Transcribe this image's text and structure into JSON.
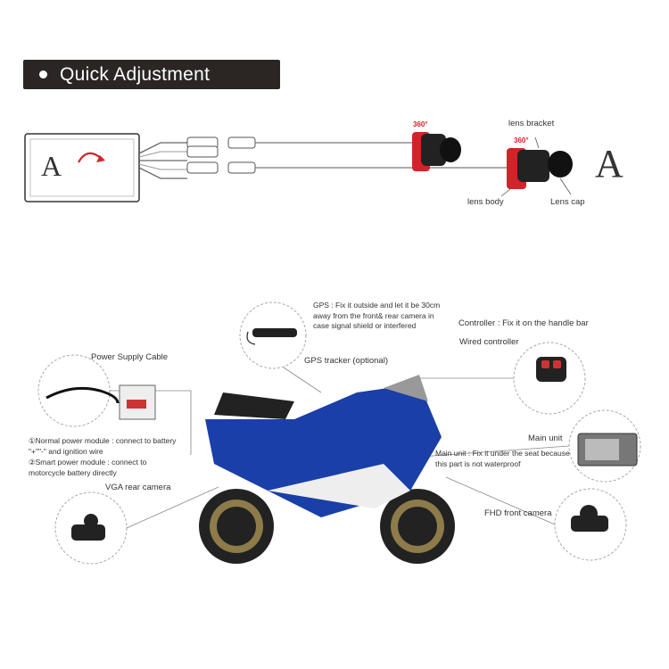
{
  "header": {
    "title": "Quick Adjustment"
  },
  "adjust": {
    "monitor_glyph": "A",
    "rotate_deg_left": "360°",
    "rotate_deg_right": "360°",
    "lens_bracket": "lens bracket",
    "lens_body": "lens body",
    "lens_cap": "Lens cap",
    "big_glyph": "A"
  },
  "install": {
    "gps_note": "GPS : Fix it outside and let it be 30cm away from the front& rear camera in case signal shield or interfered",
    "gps_tracker": "GPS tracker (optional)",
    "controller_note": "Controller : Fix it on the handle bar",
    "wired_controller": "Wired controller",
    "power_cable": "Power Supply Cable",
    "power_note_1": "①Normal power module : connect to battery \"+\"\"-\" and ignition wire",
    "power_note_2": "②Smart power module : connect to motorcycle battery directly",
    "vga_rear": "VGA rear camera",
    "main_unit": "Main unit",
    "main_unit_note": "Main unit : Fix it under the seat because this part is not waterproof",
    "fhd_front": "FHD front camera"
  },
  "colors": {
    "header_bg": "#2b2624",
    "accent_red": "#d2232a",
    "bike_blue": "#1a3fa8"
  }
}
